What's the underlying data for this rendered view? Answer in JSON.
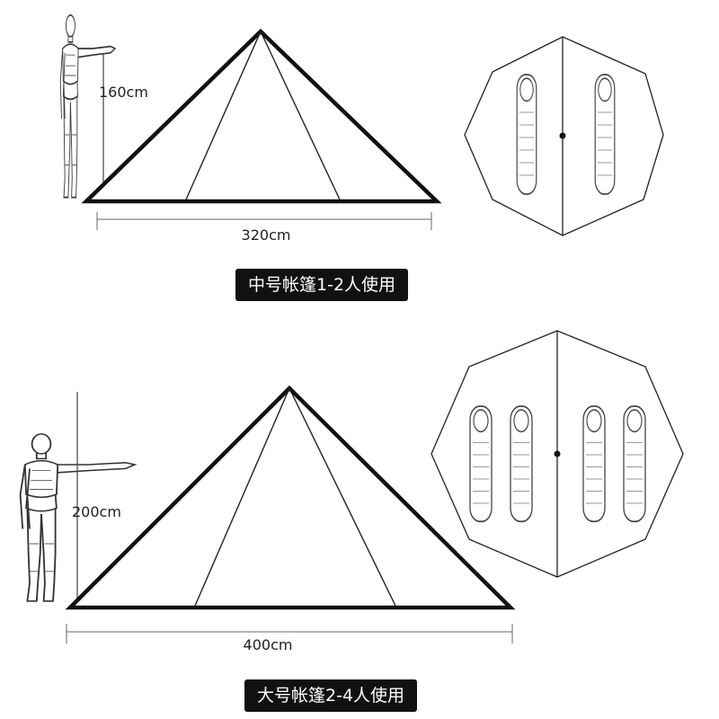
{
  "medium": {
    "height_label": "160cm",
    "width_label": "320cm",
    "caption": "中号帐篷1-2人使用"
  },
  "large": {
    "height_label": "200cm",
    "width_label": "400cm",
    "caption": "大号帐篷2-4人使用"
  }
}
